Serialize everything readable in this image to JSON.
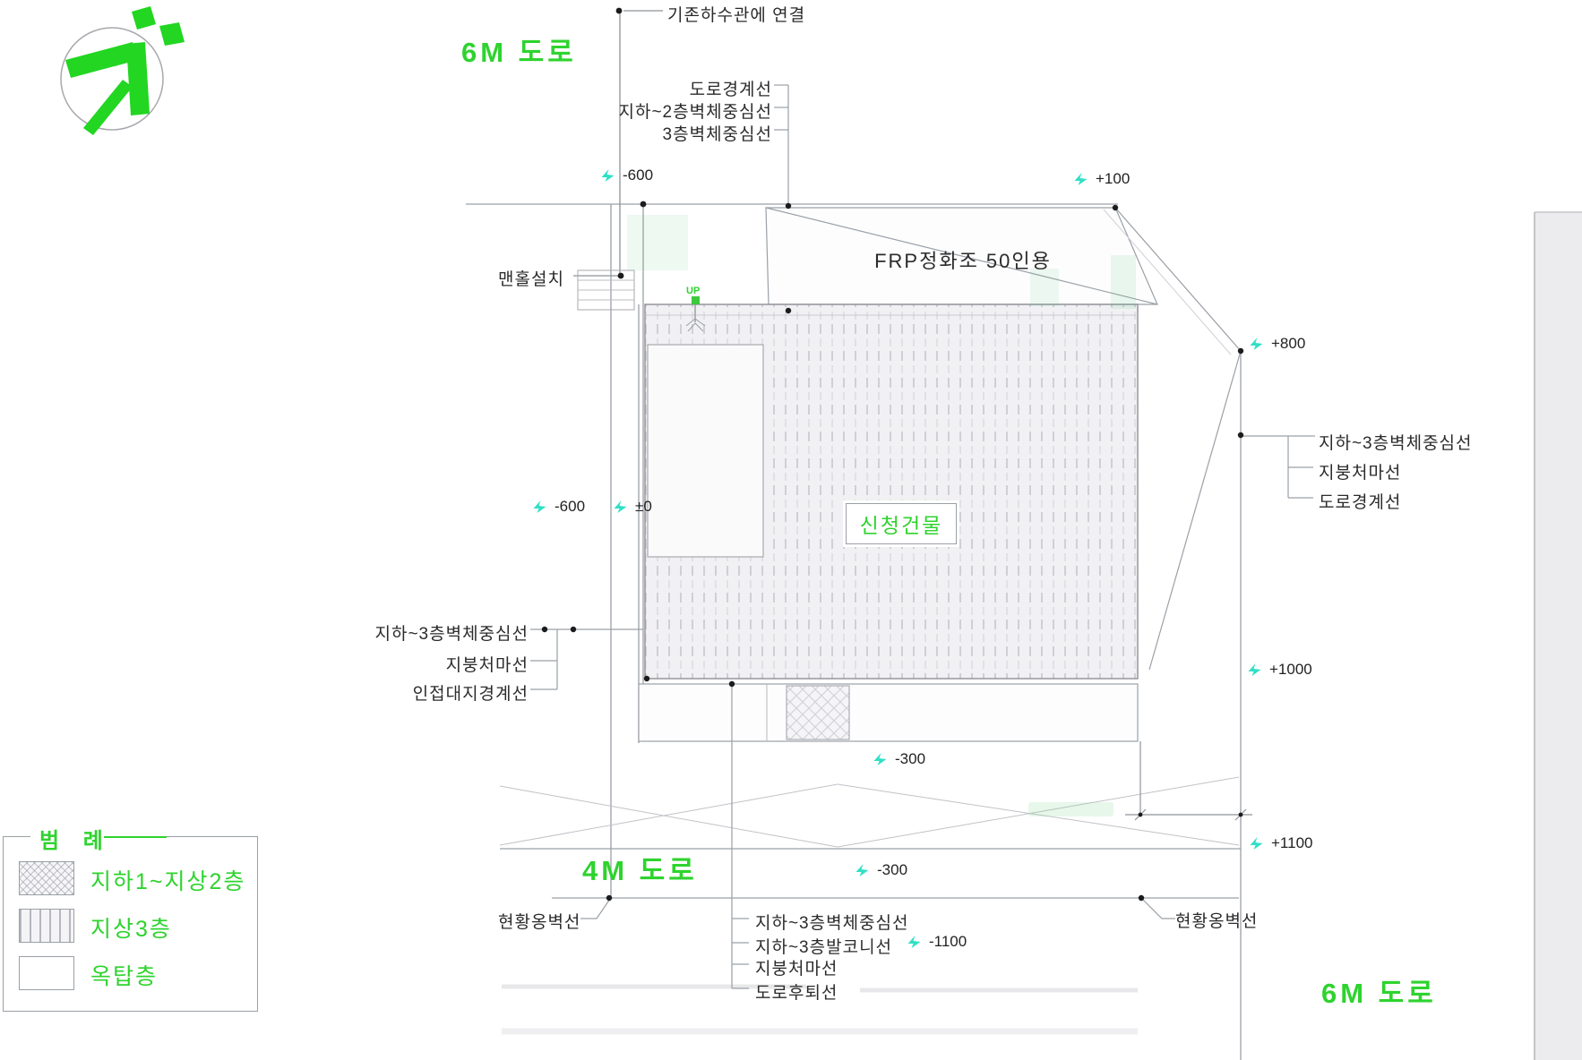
{
  "drawing": {
    "type": "architectural site plan",
    "colors": {
      "green": "#2ed32e",
      "cyan": "#2fe0c6",
      "line": "#9aa0a6",
      "ink": "#2b2b2b"
    }
  },
  "roads": {
    "top": "6M 도로",
    "bottom": "4M 도로",
    "right": "6M 도로"
  },
  "notes": {
    "sewer": "기존하수관에 연결",
    "manhole": "맨홀설치",
    "septic_tank": "FRP정화조 50인용",
    "building": "신청건물",
    "retaining_left": "현황옹벽선",
    "retaining_right": "현황옹벽선",
    "stairs_up": "UP"
  },
  "label_groups": {
    "top": [
      "도로경계선",
      "지하~2층벽체중심선",
      "3층벽체중심선"
    ],
    "left": [
      "지하~3층벽체중심선",
      "지붕처마선",
      "인접대지경계선"
    ],
    "right": [
      "지하~3층벽체중심선",
      "지붕처마선",
      "도로경계선"
    ],
    "bottom": [
      "지하~3층벽체중심선",
      "지하~3층발코니선",
      "지붕처마선",
      "도로후퇴선"
    ]
  },
  "elevations": [
    {
      "value": "-600"
    },
    {
      "value": "+100"
    },
    {
      "value": "+800"
    },
    {
      "value": "-600"
    },
    {
      "value": "±0"
    },
    {
      "value": "+1000"
    },
    {
      "value": "-300"
    },
    {
      "value": "+1100"
    },
    {
      "value": "-300"
    },
    {
      "value": "-1100"
    }
  ],
  "legend": {
    "title": "범  례",
    "items": [
      {
        "label": "지하1~지상2층",
        "pattern": "diagonal-hatch"
      },
      {
        "label": "지상3층",
        "pattern": "vertical-hatch"
      },
      {
        "label": "옥탑층",
        "pattern": "plain"
      }
    ]
  }
}
